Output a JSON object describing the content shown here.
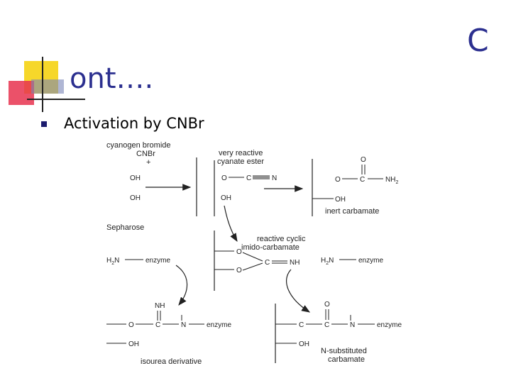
{
  "slide": {
    "title_right": "C",
    "title_left": "ont….",
    "bullet_text": "Activation by CNBr"
  },
  "diagram": {
    "labels": {
      "cyanogen_bromide": "cyanogen bromide",
      "cnbr": "CNBr",
      "plus": "+",
      "oh_top": "OH",
      "oh_bottom": "OH",
      "very_reactive": "very reactive",
      "cyanate_ester": "cyanate ester",
      "o_left": "O",
      "c_mid": "C",
      "n_right": "N",
      "oh_mid": "OH",
      "carb_o_top": "O",
      "carb_o": "O",
      "carb_c": "C",
      "carb_nh2": "NH",
      "carb_nh2_sub": "2",
      "carb_oh": "OH",
      "inert_carbamate": "inert carbamate",
      "sepharose": "Sepharose",
      "reactive_cyclic": "reactive cyclic",
      "imido_carbamate": "imido-carbamate",
      "cyc_o1": "O",
      "cyc_o2": "O",
      "cyc_c": "C",
      "cyc_nh": "NH",
      "h2n_left": "H",
      "h2n_left_sub": "2",
      "h2n_left_n": "N",
      "enzyme_left": "enzyme",
      "h2n_right": "H",
      "h2n_right_sub": "2",
      "h2n_right_n": "N",
      "enzyme_right": "enzyme",
      "iso_nh": "NH",
      "iso_o": "O",
      "iso_c": "C",
      "iso_n": "N",
      "iso_enzyme": "enzyme",
      "iso_oh": "OH",
      "isourea_derivative": "isourea derivative",
      "ns_o_top": "O",
      "ns_c1": "C",
      "ns_c2": "C",
      "ns_n": "N",
      "ns_enzyme": "enzyme",
      "ns_oh": "OH",
      "n_substituted": "N-substituted",
      "carbamate": "carbamate"
    }
  }
}
